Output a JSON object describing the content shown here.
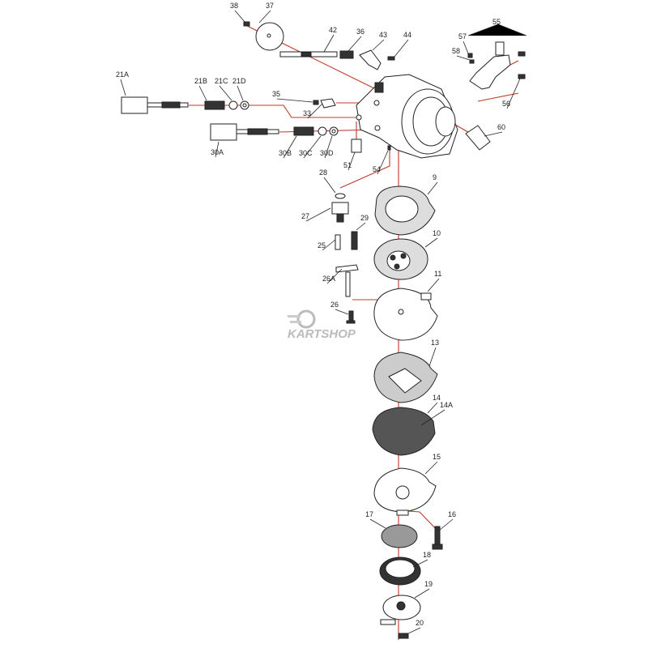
{
  "diagram": {
    "part_labels": [
      "38",
      "37",
      "42",
      "36",
      "43",
      "44",
      "55",
      "57",
      "58",
      "56",
      "21A",
      "21B",
      "21C",
      "21D",
      "35",
      "33",
      "60",
      "30A",
      "30B",
      "30C",
      "30D",
      "51",
      "54",
      "9",
      "28",
      "27",
      "29",
      "10",
      "25",
      "11",
      "26A",
      "26",
      "13",
      "14",
      "14A",
      "15",
      "16",
      "17",
      "18",
      "19",
      "20"
    ],
    "watermark": "KARTSHOP",
    "colors": {
      "leader_line": "#c0392b",
      "ink": "#222222",
      "watermark": "#bbbbbb"
    }
  }
}
